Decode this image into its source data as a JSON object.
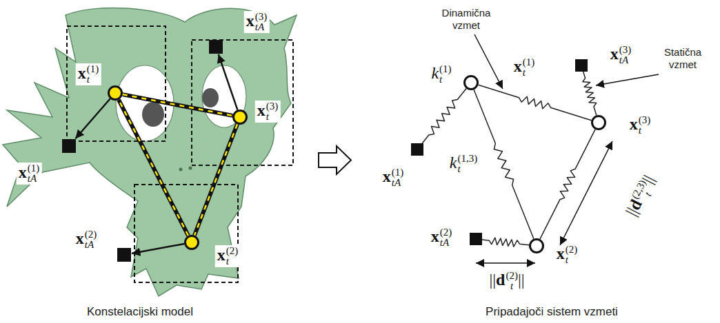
{
  "diagram": {
    "nodes": [
      {
        "text": [
          "xt(1)"
        ]
      },
      {
        "text": [
          "xt(3)"
        ]
      },
      {
        "text": [
          "xt(2)"
        ]
      },
      {
        "text": [
          "xtA(1)"
        ]
      },
      {
        "text": [
          "xtA(3)"
        ]
      },
      {
        "text": [
          "xtA(2)"
        ]
      },
      {
        "text": [
          "xt(1)"
        ]
      },
      {
        "text": [
          "xt(3)"
        ]
      },
      {
        "text": [
          "xt(2)"
        ]
      },
      {
        "text": [
          "xtA(1)"
        ]
      },
      {
        "text": [
          "xtA(3)"
        ]
      },
      {
        "text": [
          "xtA(2)"
        ]
      }
    ],
    "edges": [
      {
        "from": 0,
        "to": 1,
        "arrow": "none"
      },
      {
        "from": 1,
        "to": 2,
        "arrow": "none"
      },
      {
        "from": 2,
        "to": 0,
        "arrow": "none"
      },
      {
        "from": 0,
        "to": 3,
        "arrow": "to"
      },
      {
        "from": 1,
        "to": 4,
        "arrow": "to"
      },
      {
        "from": 2,
        "to": 5,
        "arrow": "to"
      },
      {
        "from": 6,
        "to": 7,
        "arrow": "none"
      },
      {
        "from": 6,
        "to": 8,
        "arrow": "none",
        "label": "kt(1,3)"
      },
      {
        "from": 8,
        "to": 7,
        "arrow": "none"
      },
      {
        "from": 6,
        "to": 9,
        "arrow": "none",
        "label": "kt(1)"
      },
      {
        "from": 7,
        "to": 10,
        "arrow": "none"
      },
      {
        "from": 8,
        "to": 11,
        "arrow": "none"
      }
    ],
    "labels": [
      "Konstelacijski model",
      "Pripadajoči sistem vzmeti",
      "Dinamična vzmet",
      "Statična vzmet",
      "||dt(2,3)||",
      "||dt(2)||"
    ]
  }
}
